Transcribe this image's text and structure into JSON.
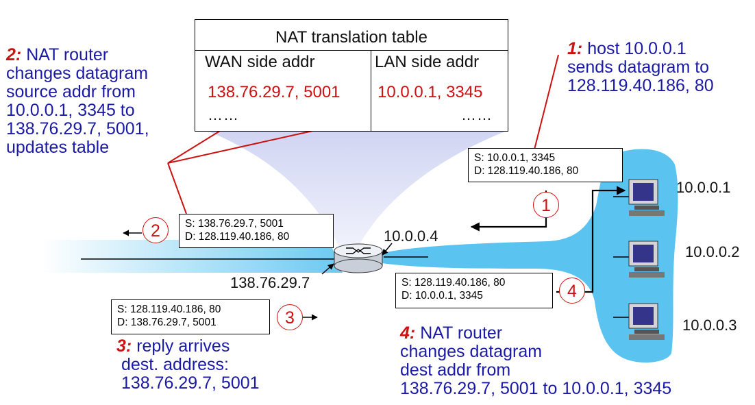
{
  "nat_table": {
    "title": "NAT translation table",
    "wan_header": "WAN side addr",
    "lan_header": "LAN side addr",
    "wan_entry": "138.76.29.7, 5001",
    "lan_entry": "10.0.0.1, 3345",
    "wan_more": "……",
    "lan_more": "……"
  },
  "annotations": {
    "step1": {
      "num": "1:",
      "lines": [
        "host 10.0.0.1",
        "sends datagram to",
        "128.119.40.186, 80"
      ]
    },
    "step2": {
      "num": "2:",
      "lines": [
        "NAT router",
        "changes datagram",
        "source addr from",
        "10.0.0.1, 3345 to",
        "138.76.29.7, 5001,",
        "updates table"
      ]
    },
    "step3": {
      "num": "3:",
      "lines": [
        "reply arrives",
        "dest. address:",
        "138.76.29.7, 5001"
      ]
    },
    "step4": {
      "num": "4:",
      "lines": [
        "NAT router",
        "changes datagram",
        "dest addr from",
        "138.76.29.7, 5001 to 10.0.0.1, 3345"
      ]
    }
  },
  "packets": {
    "p1": {
      "src": "S: 10.0.0.1, 3345",
      "dst": "D: 128.119.40.186, 80"
    },
    "p2": {
      "src": "S: 138.76.29.7, 5001",
      "dst": "D: 128.119.40.186, 80"
    },
    "p3": {
      "src": "S: 128.119.40.186, 80",
      "dst": "D: 138.76.29.7, 5001"
    },
    "p4": {
      "src": "S: 128.119.40.186, 80",
      "dst": "D: 10.0.0.1, 3345"
    }
  },
  "steps": [
    "1",
    "2",
    "3",
    "4"
  ],
  "addresses": {
    "router_lan": "10.0.0.4",
    "router_wan": "138.76.29.7",
    "host1": "10.0.0.1",
    "host2": "10.0.0.2",
    "host3": "10.0.0.3"
  },
  "colors": {
    "annotation_text": "#1a1aa6",
    "step_number": "#cc1111",
    "network_fill": "#5bc3f0"
  }
}
